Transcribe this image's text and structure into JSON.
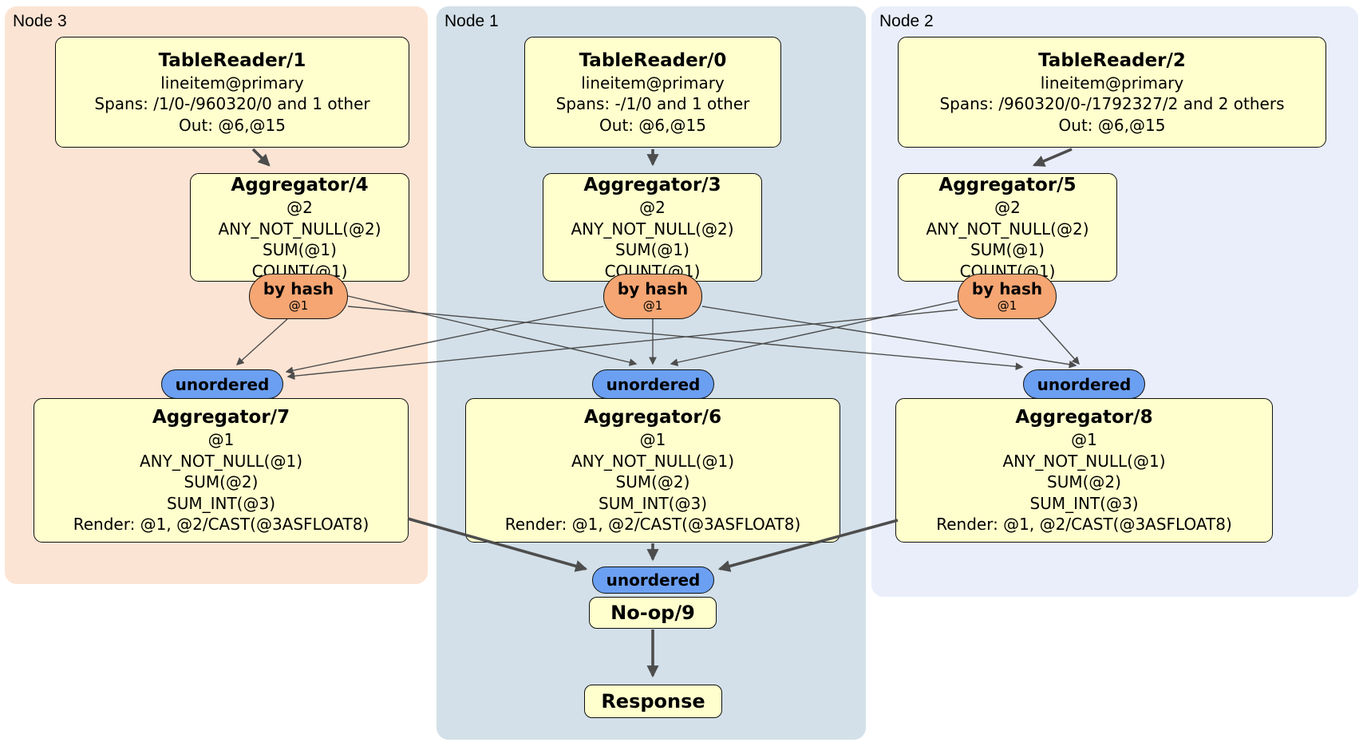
{
  "colors": {
    "region-node3": "#fce4d4",
    "region-node1": "#d3e0e9",
    "region-node2": "#e9eefa",
    "box-fill": "#ffffcd",
    "router-fill": "#f5a673",
    "sync-fill": "#6b9ff1",
    "edge": "#4d4d4d"
  },
  "groups": [
    {
      "label": "Node 3",
      "table_reader": {
        "title": "TableReader/1",
        "rows": [
          "lineitem@primary",
          "Spans: /1/0-/960320/0 and 1 other",
          "Out: @6,@15"
        ]
      },
      "aggregator_top": {
        "title": "Aggregator/4",
        "rows": [
          "@2",
          "ANY_NOT_NULL(@2)",
          "SUM(@1)",
          "COUNT(@1)"
        ]
      },
      "router": {
        "label": "by hash",
        "key": "@1"
      },
      "sync": {
        "label": "unordered"
      },
      "aggregator_bottom": {
        "title": "Aggregator/7",
        "rows": [
          "@1",
          "ANY_NOT_NULL(@1)",
          "SUM(@2)",
          "SUM_INT(@3)",
          "Render: @1, @2/CAST(@3ASFLOAT8)"
        ]
      }
    },
    {
      "label": "Node 1",
      "table_reader": {
        "title": "TableReader/0",
        "rows": [
          "lineitem@primary",
          "Spans: -/1/0 and 1 other",
          "Out: @6,@15"
        ]
      },
      "aggregator_top": {
        "title": "Aggregator/3",
        "rows": [
          "@2",
          "ANY_NOT_NULL(@2)",
          "SUM(@1)",
          "COUNT(@1)"
        ]
      },
      "router": {
        "label": "by hash",
        "key": "@1"
      },
      "sync": {
        "label": "unordered"
      },
      "aggregator_bottom": {
        "title": "Aggregator/6",
        "rows": [
          "@1",
          "ANY_NOT_NULL(@1)",
          "SUM(@2)",
          "SUM_INT(@3)",
          "Render: @1, @2/CAST(@3ASFLOAT8)"
        ]
      }
    },
    {
      "label": "Node 2",
      "table_reader": {
        "title": "TableReader/2",
        "rows": [
          "lineitem@primary",
          "Spans: /960320/0-/1792327/2 and 2 others",
          "Out: @6,@15"
        ]
      },
      "aggregator_top": {
        "title": "Aggregator/5",
        "rows": [
          "@2",
          "ANY_NOT_NULL(@2)",
          "SUM(@1)",
          "COUNT(@1)"
        ]
      },
      "router": {
        "label": "by hash",
        "key": "@1"
      },
      "sync": {
        "label": "unordered"
      },
      "aggregator_bottom": {
        "title": "Aggregator/8",
        "rows": [
          "@1",
          "ANY_NOT_NULL(@1)",
          "SUM(@2)",
          "SUM_INT(@3)",
          "Render: @1, @2/CAST(@3ASFLOAT8)"
        ]
      }
    }
  ],
  "output_chain": {
    "sync": {
      "label": "unordered"
    },
    "noop": {
      "title": "No-op/9"
    },
    "response": {
      "title": "Response"
    }
  }
}
